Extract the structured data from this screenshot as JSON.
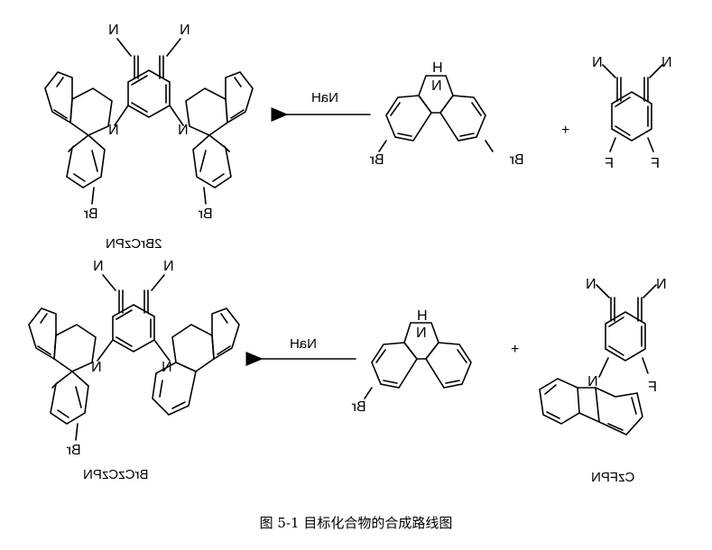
{
  "reaction_1": {
    "product": "2BrCzPN",
    "reagent": "NaH",
    "plus": "+"
  },
  "reaction_2": {
    "product": "BrCzCzPN",
    "reagent": "NaH",
    "plus": "+",
    "reactant": "CzFPN"
  },
  "atoms": {
    "N": "N",
    "H": "H",
    "Br": "Br",
    "F": "F"
  },
  "caption": "图 5-1  目标化合物的合成路线图"
}
